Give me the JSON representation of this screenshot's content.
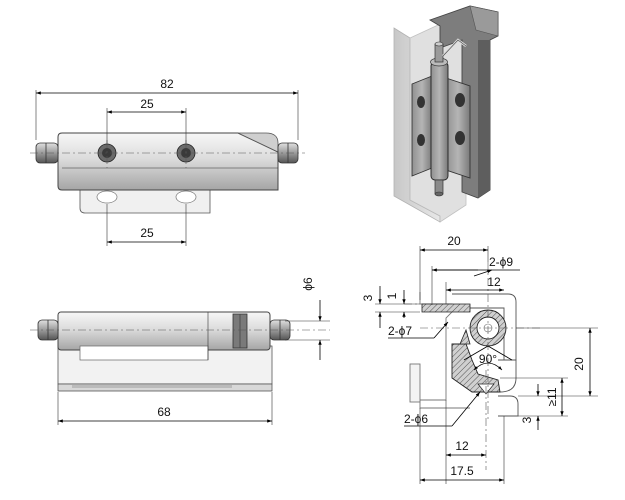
{
  "dimensions": {
    "top_view": {
      "overall_length": "82",
      "hole_spacing_top": "25",
      "hole_spacing_bottom": "25"
    },
    "front_view": {
      "pin_diameter": "6",
      "leaf_length": "68"
    },
    "section_view": {
      "width_20": "20",
      "hole_label": "2-",
      "hole_d9": "9",
      "offset_12_top": "12",
      "thickness_3_top": "3",
      "dim_1": "1",
      "hole_d7": "7",
      "angle": "90°",
      "height_20": "20",
      "thickness_3_bottom": "3",
      "min_11": "≥11",
      "hole_d6": "6",
      "offset_12_bottom": "12",
      "width_17_5": "17.5"
    }
  },
  "symbols": {
    "diameter": "ϕ"
  },
  "colors": {
    "metal_light": "#eeeeee",
    "metal_mid": "#c8c8c8",
    "metal_dark": "#8a8a8a",
    "frame": "#cfcfcf",
    "line": "#000000"
  }
}
